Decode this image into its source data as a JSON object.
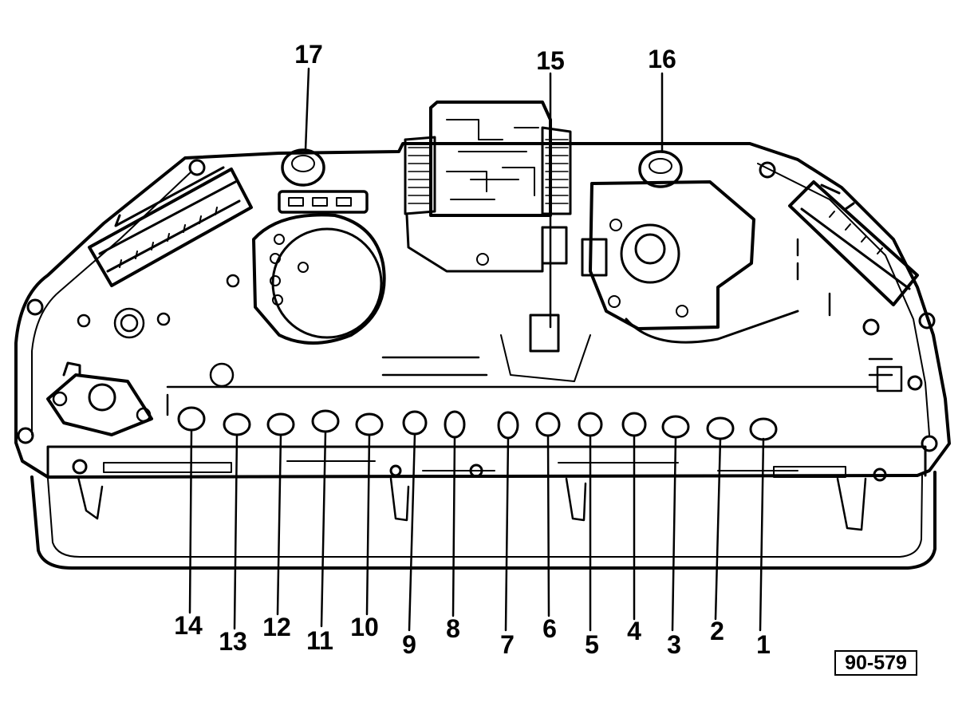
{
  "callouts": [
    "1",
    "2",
    "3",
    "4",
    "5",
    "6",
    "7",
    "8",
    "9",
    "10",
    "11",
    "12",
    "13",
    "14",
    "15",
    "16",
    "17"
  ],
  "figure_ref": "90-579",
  "colors": {
    "line": "#000000",
    "paper": "#ffffff"
  }
}
